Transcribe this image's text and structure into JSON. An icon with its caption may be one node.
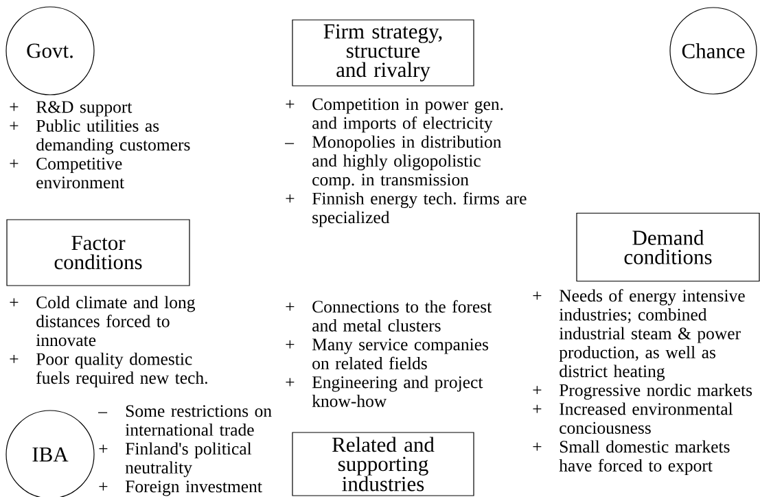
{
  "diagram": {
    "nodes": [
      {
        "text": [
          "Govt."
        ],
        "beside": [
          "+",
          "R&D support",
          "+",
          "Public utilities as demanding customers",
          "+",
          "Competitive environment"
        ]
      },
      {
        "text": [
          "Firm strategy, structure and rivalry"
        ],
        "beside": [
          "+",
          "Competition in power gen. and imports of electricity",
          "–",
          "Monopolies in distribution and highly oligopolistic comp. in transmission",
          "+",
          "Finnish energy tech. firms are specialized"
        ]
      },
      {
        "text": [
          "Chance"
        ]
      },
      {
        "text": [
          "Factor conditions"
        ],
        "beside": [
          "+",
          "Cold climate and long distances forced to innovate",
          "+",
          "Poor quality domestic fuels required new tech."
        ]
      },
      {
        "text": [
          "Demand conditions"
        ],
        "beside": [
          "+",
          "Needs of energy intensive industries; combined industrial steam & power production, as well as district heating",
          "+",
          "Progressive nordic markets",
          "+",
          "Increased environmental conciousness",
          "+",
          "Small domestic markets have forced to export"
        ]
      },
      {
        "text": [
          "IBA"
        ],
        "beside": [
          "–",
          "Some restrictions on international trade",
          "+",
          "Finland's political neutrality",
          "+",
          "Foreign investment"
        ]
      },
      {
        "text": [
          "Related and supporting industries"
        ],
        "beside": [
          "+",
          "Connections to the forest and metal clusters",
          "+",
          "Many service companies on related fields",
          "+",
          "Engineering and project know-how"
        ]
      }
    ]
  }
}
